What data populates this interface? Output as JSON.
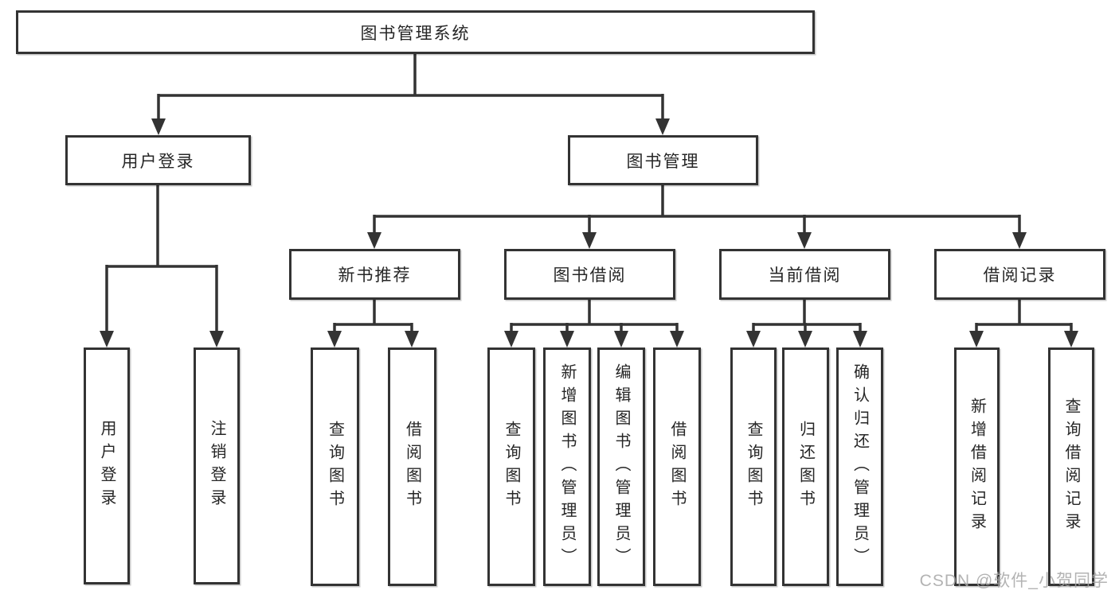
{
  "tree": {
    "root": "图书管理系统",
    "children": [
      {
        "label": "用户登录",
        "children": [
          {
            "label": "用户登录"
          },
          {
            "label": "注销登录"
          }
        ]
      },
      {
        "label": "图书管理",
        "children": [
          {
            "label": "新书推荐",
            "children": [
              {
                "label": "查询图书"
              },
              {
                "label": "借阅图书"
              }
            ]
          },
          {
            "label": "图书借阅",
            "children": [
              {
                "label": "查询图书"
              },
              {
                "label": "新增图书（管理员）"
              },
              {
                "label": "编辑图书（管理员）"
              },
              {
                "label": "借阅图书"
              }
            ]
          },
          {
            "label": "当前借阅",
            "children": [
              {
                "label": "查询图书"
              },
              {
                "label": "归还图书"
              },
              {
                "label": "确认归还（管理员）"
              }
            ]
          },
          {
            "label": "借阅记录",
            "children": [
              {
                "label": "新增借阅记录"
              },
              {
                "label": "查询借阅记录"
              }
            ]
          }
        ]
      }
    ]
  },
  "watermark": {
    "text": "CSDN @软件_小贺同学",
    "color": "#a6a6a6"
  },
  "colors": {
    "line": "#333333",
    "text": "#262626",
    "background": "#ffffff"
  }
}
